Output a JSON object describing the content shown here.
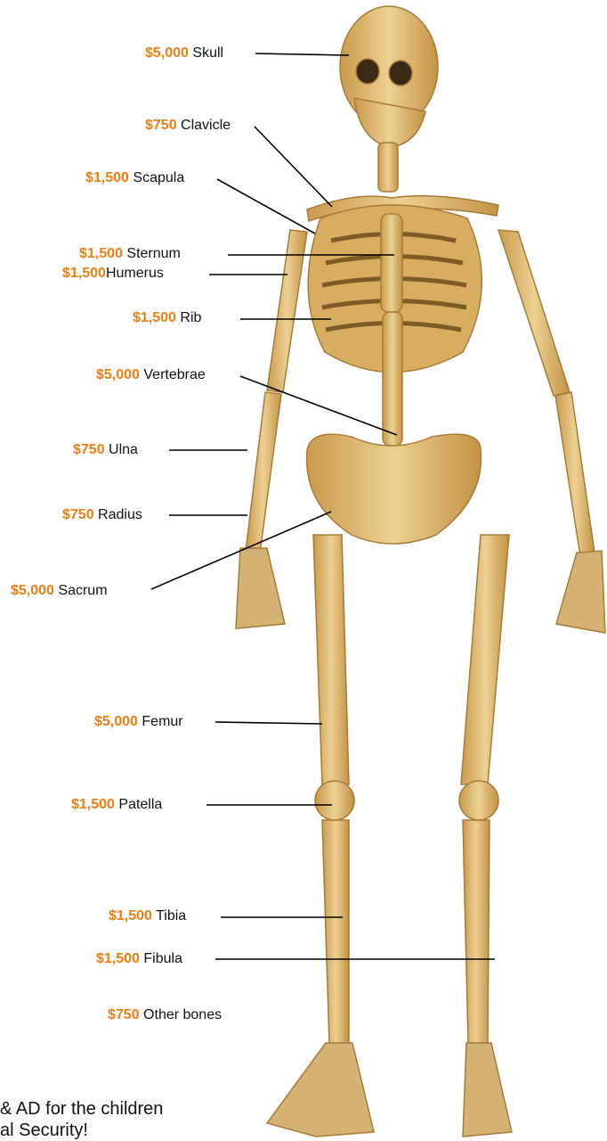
{
  "colors": {
    "price": "#f07c12",
    "bone": "#e3c07a",
    "bone_shadow": "#b88a3e",
    "text": "#111111"
  },
  "labels": [
    {
      "price": "$5,000",
      "bone": "Skull"
    },
    {
      "price": "$750",
      "bone": "Clavicle"
    },
    {
      "price": "$1,500",
      "bone": "Scapula"
    },
    {
      "price": "$1,500",
      "bone": "Sternum"
    },
    {
      "price": "$1,500",
      "bone": "Humerus"
    },
    {
      "price": "$1,500",
      "bone": "Rib"
    },
    {
      "price": "$5,000",
      "bone": "Vertebrae"
    },
    {
      "price": "$750",
      "bone": "Ulna"
    },
    {
      "price": "$750",
      "bone": "Radius"
    },
    {
      "price": "$5,000",
      "bone": "Sacrum"
    },
    {
      "price": "$5,000",
      "bone": "Femur"
    },
    {
      "price": "$1,500",
      "bone": "Patella"
    },
    {
      "price": "$1,500",
      "bone": "Tibia"
    },
    {
      "price": "$1,500",
      "bone": "Fibula"
    },
    {
      "price": "$750",
      "bone": "Other bones"
    }
  ],
  "footer": {
    "line1": "& AD for the children",
    "line2": "al Security!"
  }
}
